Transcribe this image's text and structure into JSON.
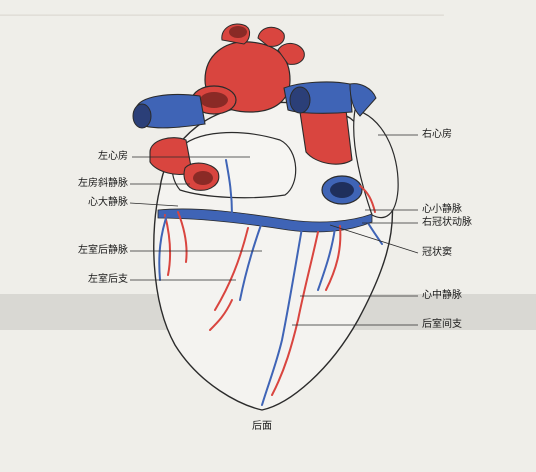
{
  "figure": {
    "labels": {
      "left_atrium": "左心房",
      "left_atrial_oblique_vein": "左房斜静脉",
      "great_cardiac_vein": "心大静脉",
      "posterior_vein_left_ventricle": "左室后静脉",
      "posterior_branch_left_ventricle": "左室后支",
      "right_atrium": "右心房",
      "small_cardiac_vein": "心小静脉",
      "right_coronary_artery": "右冠状动脉",
      "coronary_sinus": "冠状窦",
      "middle_cardiac_vein": "心中静脉",
      "posterior_interventricular_branch": "后室间支"
    },
    "caption": "后面"
  },
  "colors": {
    "artery": "#d9453f",
    "vein": "#3f64b6",
    "heart_surface": "#f4f3f0",
    "outline": "#2b2b2b"
  }
}
